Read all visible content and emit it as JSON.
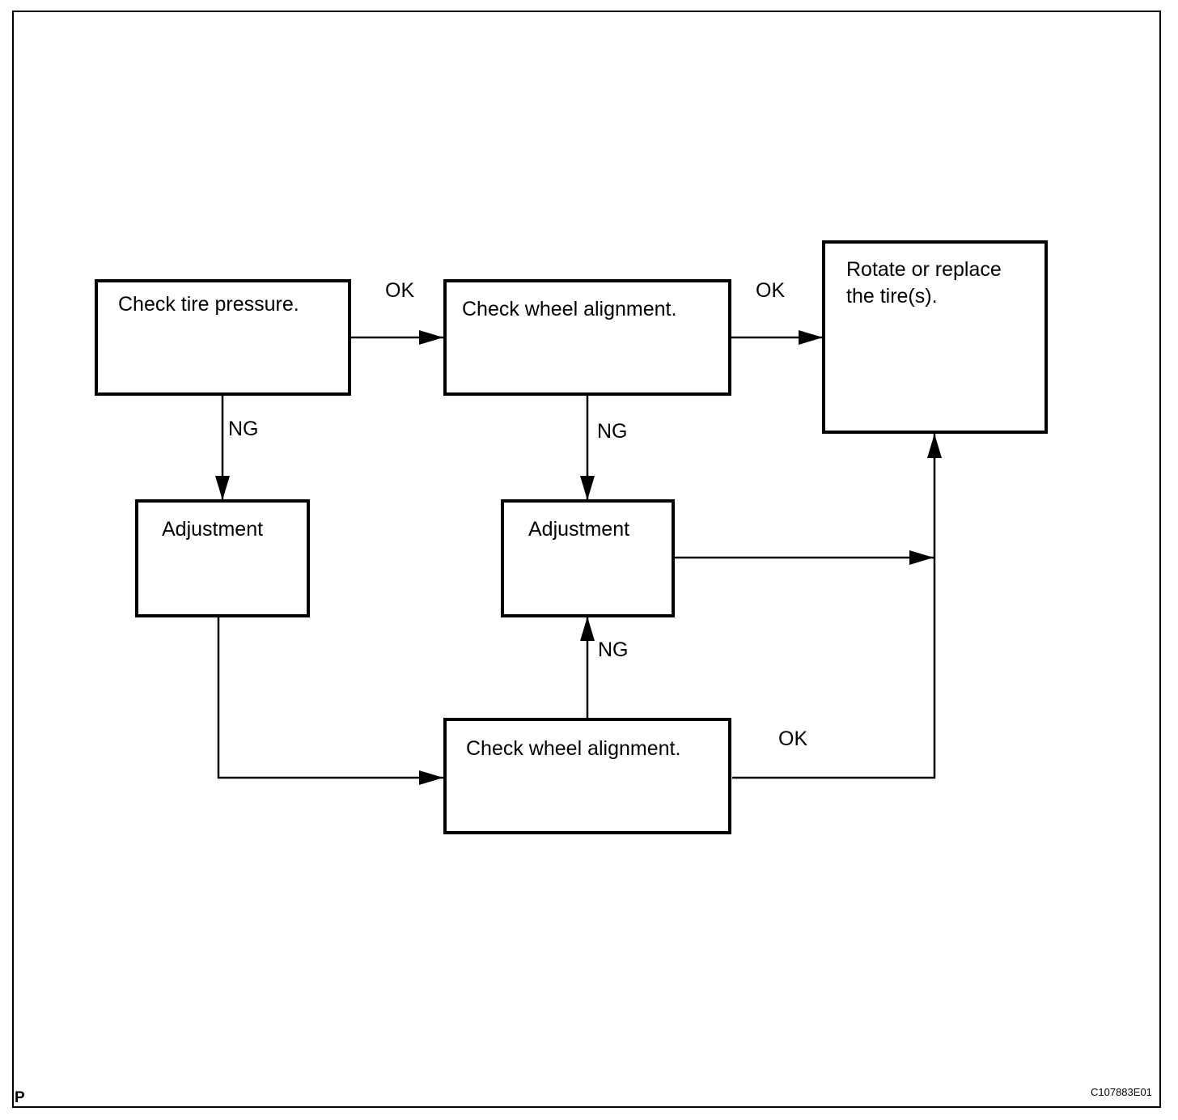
{
  "boxes": {
    "check_tire_pressure": "Check tire pressure.",
    "check_wheel_alignment_top": "Check wheel alignment.",
    "rotate_or_replace": "Rotate or replace\nthe tire(s).",
    "adjustment_left": "Adjustment",
    "adjustment_center": "Adjustment",
    "check_wheel_alignment_bottom": "Check wheel alignment."
  },
  "labels": {
    "ok_tire_to_alignment": "OK",
    "ok_alignment_to_rotate": "OK",
    "ng_tire_pressure": "NG",
    "ng_alignment_top": "NG",
    "ng_alignment_bottom": "NG",
    "ok_alignment_bottom": "OK"
  },
  "footer": {
    "page_mark": "P",
    "figure_code": "C107883E01"
  }
}
